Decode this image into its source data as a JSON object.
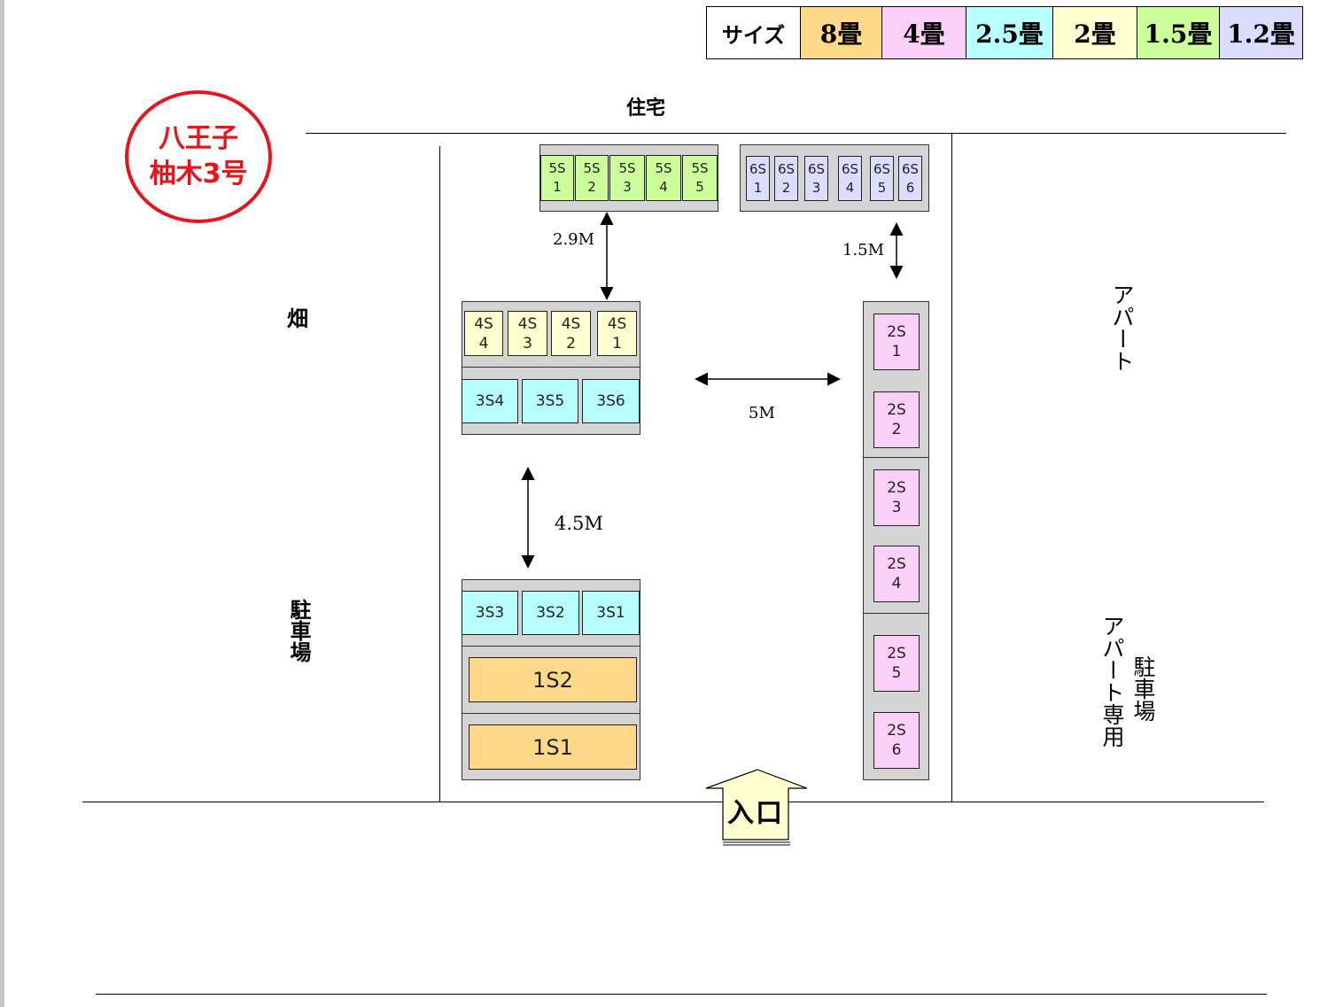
{
  "title_badge": {
    "line1": "八王子",
    "line2": "柚木3号"
  },
  "legend": {
    "header": "サイズ",
    "items": [
      {
        "label": "8畳",
        "color": "#ffd88a"
      },
      {
        "label": "4畳",
        "color": "#fbd0f8"
      },
      {
        "label": "2.5畳",
        "color": "#b8ffff"
      },
      {
        "label": "2畳",
        "color": "#ffffd0"
      },
      {
        "label": "1.5畳",
        "color": "#ccff9c"
      },
      {
        "label": "1.2畳",
        "color": "#dcdcff"
      }
    ]
  },
  "surroundings": {
    "top": "住宅",
    "left_top": "畑",
    "left_bottom": "駐車場",
    "right_top": "アパート",
    "right_bottom_a": "アパート専用",
    "right_bottom_b": "駐車場",
    "entrance": "入口"
  },
  "dimensions": {
    "d1": "2.9M",
    "d2": "1.5M",
    "d3": "5M",
    "d4": "4.5M"
  },
  "units": {
    "row5": [
      [
        "5S",
        "1"
      ],
      [
        "5S",
        "2"
      ],
      [
        "5S",
        "3"
      ],
      [
        "5S",
        "4"
      ],
      [
        "5S",
        "5"
      ]
    ],
    "row6": [
      [
        "6S",
        "1"
      ],
      [
        "6S",
        "2"
      ],
      [
        "6S",
        "3"
      ],
      [
        "6S",
        "4"
      ],
      [
        "6S",
        "5"
      ],
      [
        "6S",
        "6"
      ]
    ],
    "row4": [
      [
        "4S",
        "4"
      ],
      [
        "4S",
        "3"
      ],
      [
        "4S",
        "2"
      ],
      [
        "4S",
        "1"
      ]
    ],
    "row3a": [
      "3S4",
      "3S5",
      "3S6"
    ],
    "row3b": [
      "3S3",
      "3S2",
      "3S1"
    ],
    "row1": [
      "1S2",
      "1S1"
    ],
    "col2": [
      [
        "2S",
        "1"
      ],
      [
        "2S",
        "2"
      ],
      [
        "2S",
        "3"
      ],
      [
        "2S",
        "4"
      ],
      [
        "2S",
        "5"
      ],
      [
        "2S",
        "6"
      ]
    ]
  }
}
